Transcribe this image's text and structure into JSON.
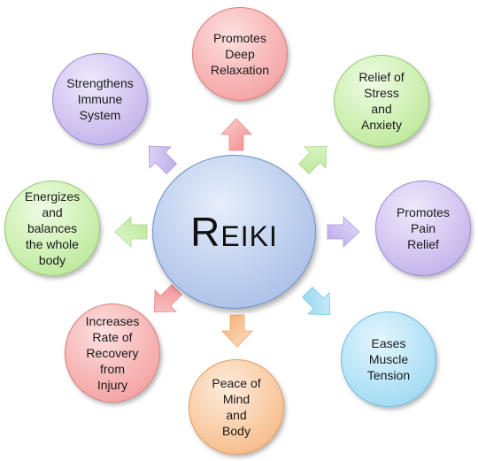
{
  "diagram": {
    "center": {
      "label": "Reiki"
    },
    "benefits": [
      {
        "label": "Promotes\nDeep\nRelaxation",
        "color": "#f6a5a5"
      },
      {
        "label": "Relief of\nStress\nand\nAnxiety",
        "color": "#c2eba3"
      },
      {
        "label": "Promotes\nPain\nRelief",
        "color": "#c9b8ea"
      },
      {
        "label": "Eases\nMuscle\nTension",
        "color": "#a9ddf2"
      },
      {
        "label": "Peace of\nMind\nand\nBody",
        "color": "#f7c193"
      },
      {
        "label": "Increases\nRate of\nRecovery\nfrom\nInjury",
        "color": "#f6a5a5"
      },
      {
        "label": "Energizes\nand\nbalances\nthe whole\nbody",
        "color": "#c2eba3"
      },
      {
        "label": "Strengthens\nImmune\nSystem",
        "color": "#c9b8ea"
      }
    ]
  }
}
